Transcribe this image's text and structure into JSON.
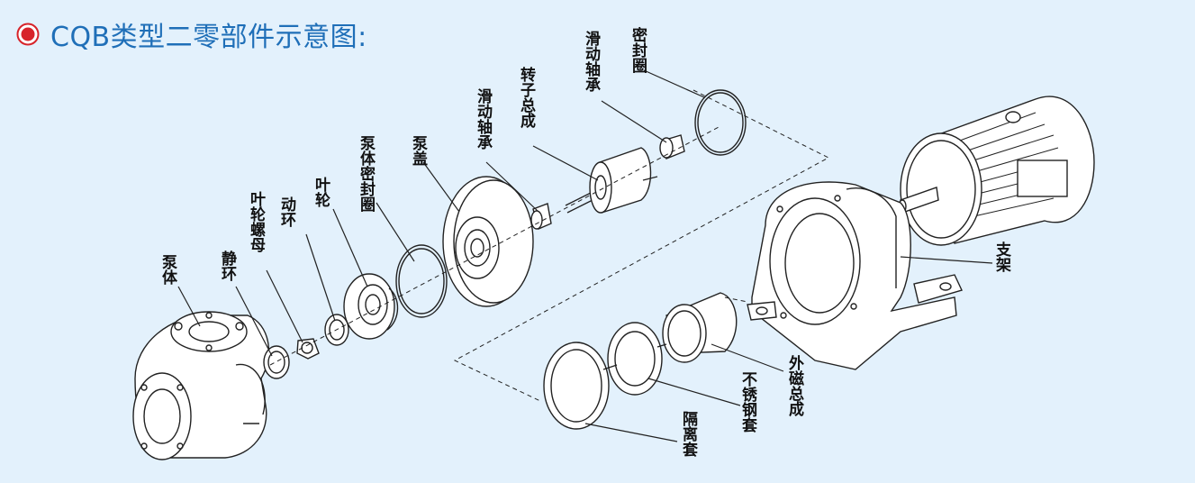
{
  "header": {
    "title": "CQB类型二零部件示意图:",
    "bullet_color": "#d7242a",
    "title_color": "#1f6fb8"
  },
  "labels": {
    "pump_body": "泵体",
    "static_ring": "静环",
    "impeller_nut": "叶轮螺母",
    "moving_ring": "动环",
    "impeller": "叶轮",
    "pump_body_seal": "泵体密封圈",
    "pump_cover": "泵盖",
    "sliding_bearing_1": "滑动轴承",
    "rotor_assembly": "转子总成",
    "sliding_bearing_2": "滑动轴承",
    "seal_ring": "密封圈",
    "bracket": "支架",
    "outer_magnet": "外磁总成",
    "stainless_sleeve": "不锈钢套",
    "isolation_sleeve": "隔离套"
  }
}
